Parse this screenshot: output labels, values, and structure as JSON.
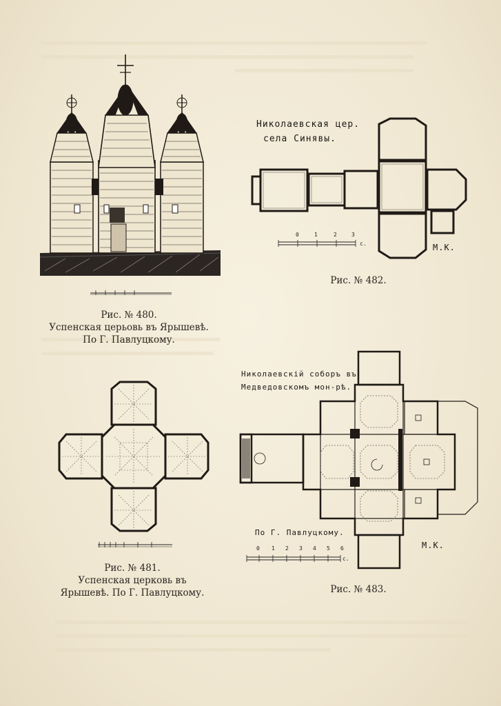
{
  "figures": {
    "fig480": {
      "caption_number": "Рис. № 480.",
      "caption_line1": "Успенская церьовь въ Ярышевѣ.",
      "caption_line2": "По Г. Павлуцкому."
    },
    "fig481": {
      "caption_number": "Рис. № 481.",
      "caption_line1": "Успенская церковь въ",
      "caption_line2": "Ярышевѣ. По Г. Павлуцкому."
    },
    "fig482": {
      "title_line1": "Николаевская цер.",
      "title_line2": "села Синявы.",
      "scale_marks": [
        "0",
        "1",
        "2",
        "3"
      ],
      "scale_unit": "с.",
      "monogram": "М.К.",
      "caption_number": "Рис. № 482."
    },
    "fig483": {
      "title_line1": "Николаевскiй соборъ въ",
      "title_line2": "Медведовскомъ мон-рѣ.",
      "credit": "По Г. Павлуцкому.",
      "scale_marks": [
        "0",
        "1",
        "2",
        "3",
        "4",
        "5",
        "6"
      ],
      "scale_unit": "с.",
      "monogram": "М.К.",
      "caption_number": "Рис. № 483."
    }
  },
  "colors": {
    "paper": "#f3ecd9",
    "ink": "#1f1a16"
  }
}
